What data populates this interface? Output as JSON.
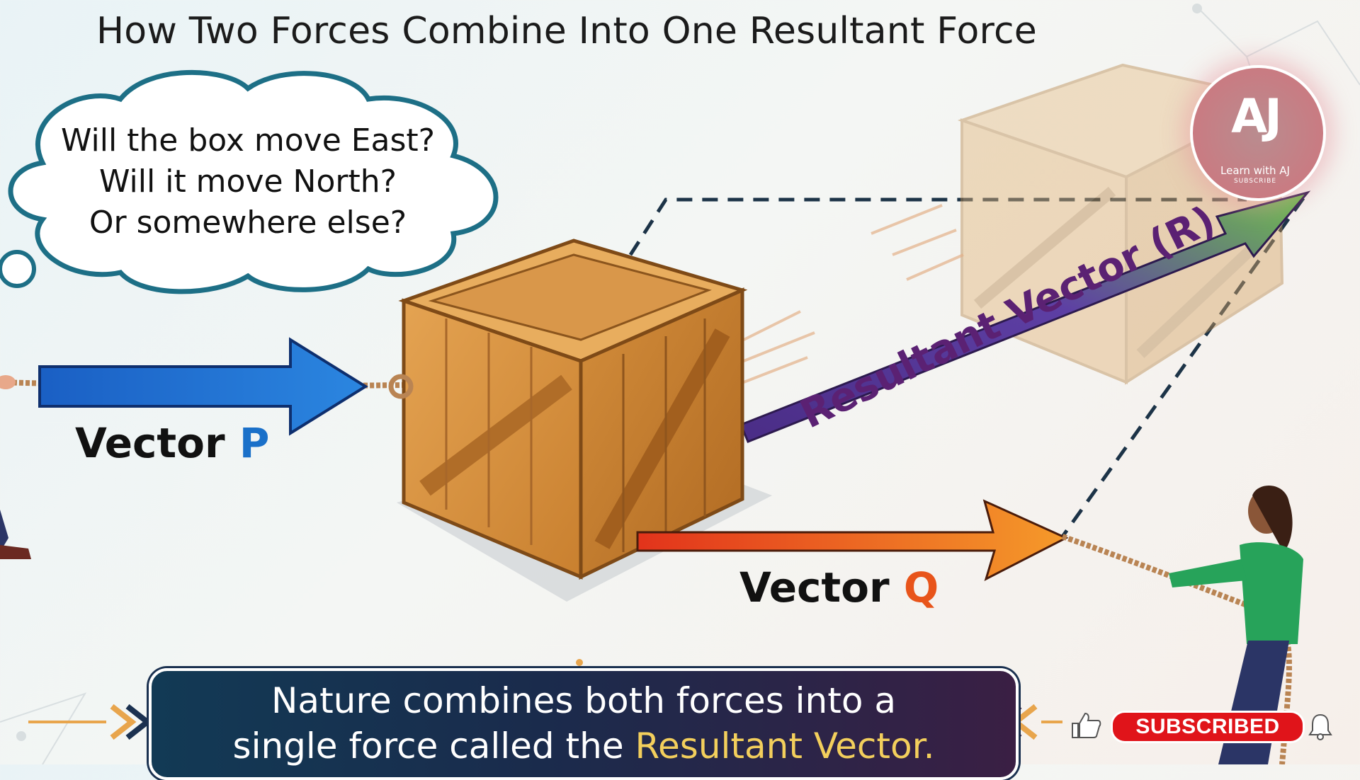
{
  "title": "How Two Forces Combine Into One Resultant Force",
  "thought_bubble": {
    "lines": [
      "Will the box move East?",
      "Will it move North?",
      "Or somewhere else?"
    ]
  },
  "vectors": {
    "p": {
      "word": "Vector",
      "letter": "P",
      "color": "#1a70c9"
    },
    "q": {
      "word": "Vector",
      "letter": "Q",
      "color": "#e8541a"
    },
    "r": {
      "label": "Resultant Vector (R)",
      "color": "#5b2173"
    }
  },
  "banner": {
    "line1": "Nature combines both forces into a",
    "line2_prefix": "single force called the",
    "line2_highlight": "Resultant Vector."
  },
  "logo": {
    "mark": "AJ",
    "subtitle": "Learn with AJ",
    "tagline": "SUBSCRIBE"
  },
  "subscribe_button": {
    "label": "SUBSCRIBED",
    "color": "#e0141a"
  }
}
